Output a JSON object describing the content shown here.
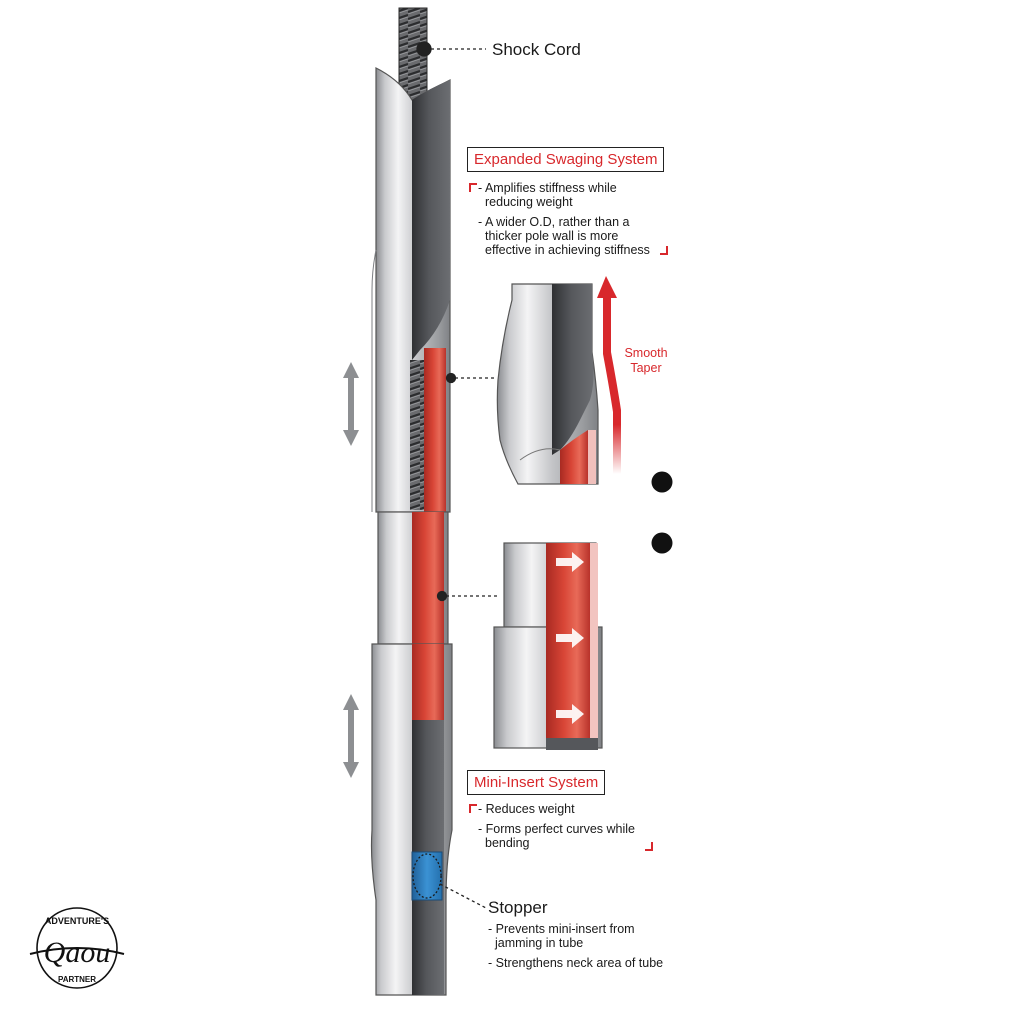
{
  "labels": {
    "shock_cord": "Shock Cord",
    "stopper": "Stopper"
  },
  "expanded": {
    "title": "Expanded Swaging System",
    "bullet1_line1": "- Amplifies stiffness while",
    "bullet1_line2": "reducing weight",
    "bullet2_line1": "- A wider O.D, rather than a",
    "bullet2_line2": "thicker pole wall is more",
    "bullet2_line3": "effective in achieving stiffness"
  },
  "smooth_taper": {
    "line1": "Smooth",
    "line2": "Taper"
  },
  "mini_insert": {
    "title": "Mini-Insert System",
    "bullet1": "- Reduces weight",
    "bullet2_line1": "- Forms perfect curves while",
    "bullet2_line2": "bending"
  },
  "stopper_notes": {
    "bullet1_line1": "- Prevents mini-insert from",
    "bullet1_line2": "jamming in tube",
    "bullet2": "- Strengthens neck area of tube"
  },
  "logo": {
    "top_text": "ADVENTURE'S",
    "script_text": "Qaou",
    "bottom_text": "PARTNER"
  },
  "colors": {
    "accent_red": "#d8282c",
    "insert_red": "#c9352b",
    "stopper_blue": "#2f84c6",
    "tube_gray": "#b9bbbe"
  }
}
